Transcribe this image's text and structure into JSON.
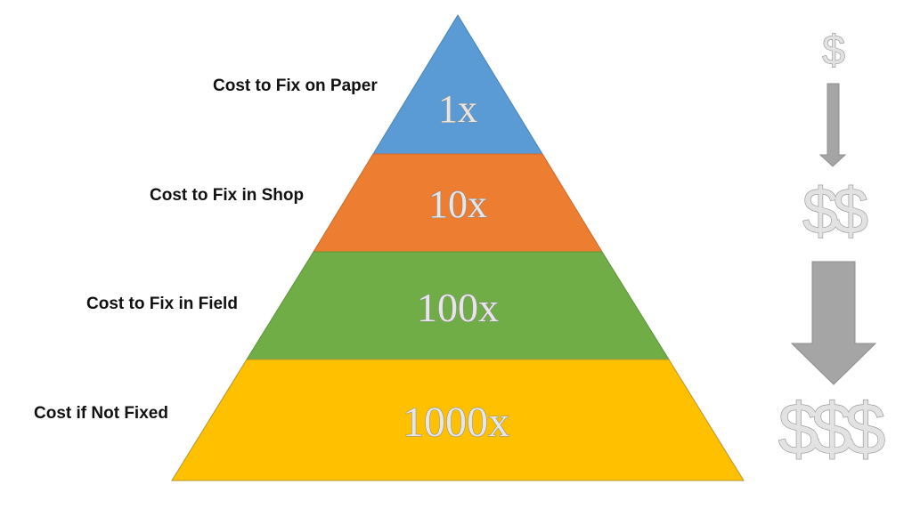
{
  "diagram": {
    "type": "pyramid",
    "tiers": [
      {
        "label": "Cost to Fix on Paper",
        "multiplier": "1x",
        "color": "#5b9bd5"
      },
      {
        "label": "Cost to Fix in Shop",
        "multiplier": "10x",
        "color": "#ed7d31"
      },
      {
        "label": "Cost to Fix in Field",
        "multiplier": "100x",
        "color": "#70ad47"
      },
      {
        "label": "Cost if Not Fixed",
        "multiplier": "1000x",
        "color": "#ffc000"
      }
    ],
    "cost_scale": {
      "small": "$",
      "medium": "$$",
      "large": "$$$",
      "arrow_color": "#a5a5a5"
    }
  }
}
